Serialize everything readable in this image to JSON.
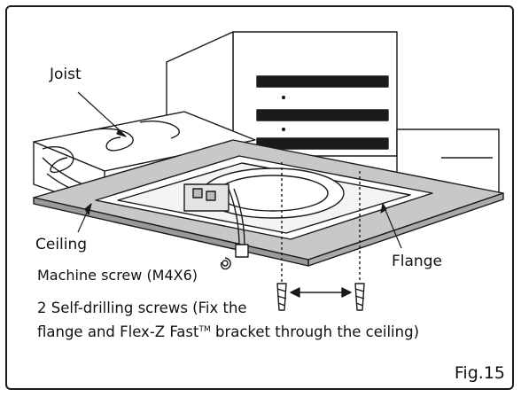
{
  "labels": {
    "joist": "Joist",
    "ceiling": "Ceiling",
    "machine_screw": "Machine screw (M4X6)",
    "flange": "Flange",
    "self_drilling_line1": "2 Self-drilling screws (Fix the",
    "self_drilling_line2_a": "flange and Flex-Z Fast",
    "trademark": "TM",
    "self_drilling_line2_b": " bracket through the ceiling)"
  },
  "figure_label": "Fig.15",
  "colors": {
    "line": "#1a1a1a",
    "ceiling_fill": "#c8c8c8",
    "joist_fill": "#ffffff",
    "frame_border": "#1a1a1a"
  }
}
